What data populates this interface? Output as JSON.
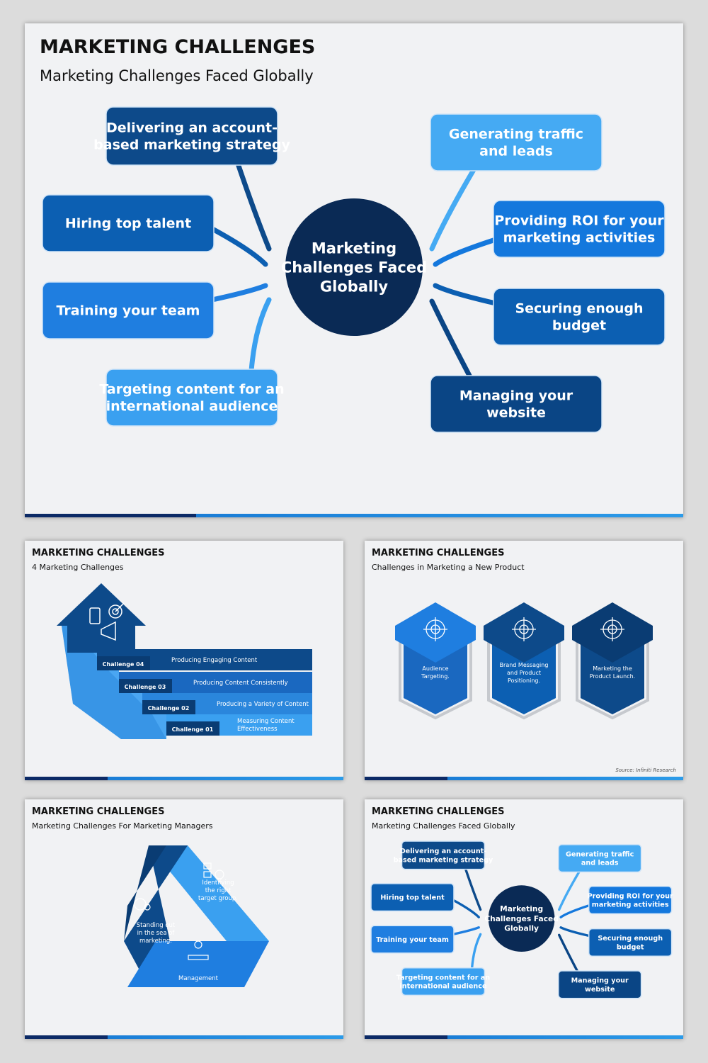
{
  "main": {
    "title": "MARKETING CHALLENGES",
    "subtitle": "Marketing Challenges Faced Globally",
    "center": [
      "Marketing",
      "Challenges Faced",
      "Globally"
    ],
    "nodes": [
      {
        "lines": [
          "Delivering an account-",
          "based marketing strategy"
        ],
        "color": "#0d4a8a"
      },
      {
        "lines": [
          "Hiring top talent"
        ],
        "color": "#0c5fb2"
      },
      {
        "lines": [
          "Training your team"
        ],
        "color": "#1f7ee0"
      },
      {
        "lines": [
          "Targeting content for an",
          "international audience"
        ],
        "color": "#3aa0f0"
      },
      {
        "lines": [
          "Generating traffic",
          "and leads"
        ],
        "color": "#45aaf3"
      },
      {
        "lines": [
          "Providing ROI for your",
          "marketing activities"
        ],
        "color": "#1478dd"
      },
      {
        "lines": [
          "Securing enough",
          "budget"
        ],
        "color": "#0c5fb2"
      },
      {
        "lines": [
          "Managing your",
          "website"
        ],
        "color": "#0a4585"
      }
    ]
  },
  "slide2": {
    "title": "MARKETING CHALLENGES",
    "subtitle": "4 Marketing Challenges",
    "steps": [
      {
        "tag": "Challenge 04",
        "text": [
          "Producing Engaging Content"
        ]
      },
      {
        "tag": "Challenge 03",
        "text": [
          "Producing Content Consistently"
        ]
      },
      {
        "tag": "Challenge 02",
        "text": [
          "Producing a Variety of Content"
        ]
      },
      {
        "tag": "Challenge 01",
        "text": [
          "Measuring Content",
          "Effectiveness"
        ]
      }
    ]
  },
  "slide3": {
    "title": "MARKETING CHALLENGES",
    "subtitle": "Challenges in Marketing a New Product",
    "items": [
      {
        "lines": [
          "Audience",
          "Targeting."
        ],
        "icon": "audience-target-icon"
      },
      {
        "lines": [
          "Brand Messaging",
          "and Product",
          "Positioning."
        ],
        "icon": "brand-messaging-icon"
      },
      {
        "lines": [
          "Marketing the",
          "Product Launch."
        ],
        "icon": "rocket-launch-icon"
      }
    ],
    "source": "Source: Infiniti Research"
  },
  "slide4": {
    "title": "MARKETING CHALLENGES",
    "subtitle": "Marketing Challenges For Marketing Managers",
    "segments": [
      {
        "lines": [
          "Identifying",
          "the right",
          "target group."
        ],
        "icon": "target-group-icon"
      },
      {
        "lines": [
          "Standing out",
          "in the sea of",
          "marketing."
        ],
        "icon": "globe-search-icon"
      },
      {
        "lines": [
          "Management"
        ],
        "icon": "team-management-icon"
      }
    ]
  },
  "slide5": {
    "title": "MARKETING CHALLENGES",
    "subtitle": "Marketing Challenges Faced Globally"
  }
}
